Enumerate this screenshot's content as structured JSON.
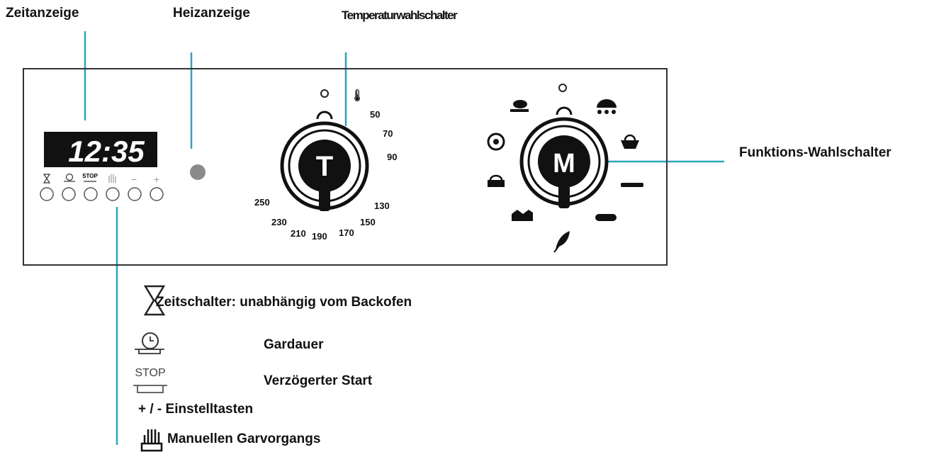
{
  "labels": {
    "time_display": "Zeitanzeige",
    "heat_indicator": "Heizanzeige",
    "temp_selector": "Temperaturwahlschalter",
    "function_selector": "Funktions-Wahlschalter"
  },
  "display": {
    "digits": "12:35"
  },
  "buttons": {
    "stop_label": "STOP",
    "minus": "−",
    "plus": "+"
  },
  "temp_knob": {
    "letter": "T",
    "scale": [
      "50",
      "70",
      "90",
      "130",
      "150",
      "170",
      "190",
      "210",
      "230",
      "250"
    ]
  },
  "function_knob": {
    "letter": "M"
  },
  "legend": {
    "timer": "Zeitschalter: unabhängig vom Backofen",
    "duration": "Gardauer",
    "delayed_start": "Verzögerter Start",
    "stop_icon_text": "STOP",
    "adjust": "+ / - Einstelltasten",
    "manual": "Manuellen Garvorgangs"
  },
  "colors": {
    "leader_line": "#2aa6bf",
    "panel_border": "#333333",
    "knob": "#111111"
  }
}
